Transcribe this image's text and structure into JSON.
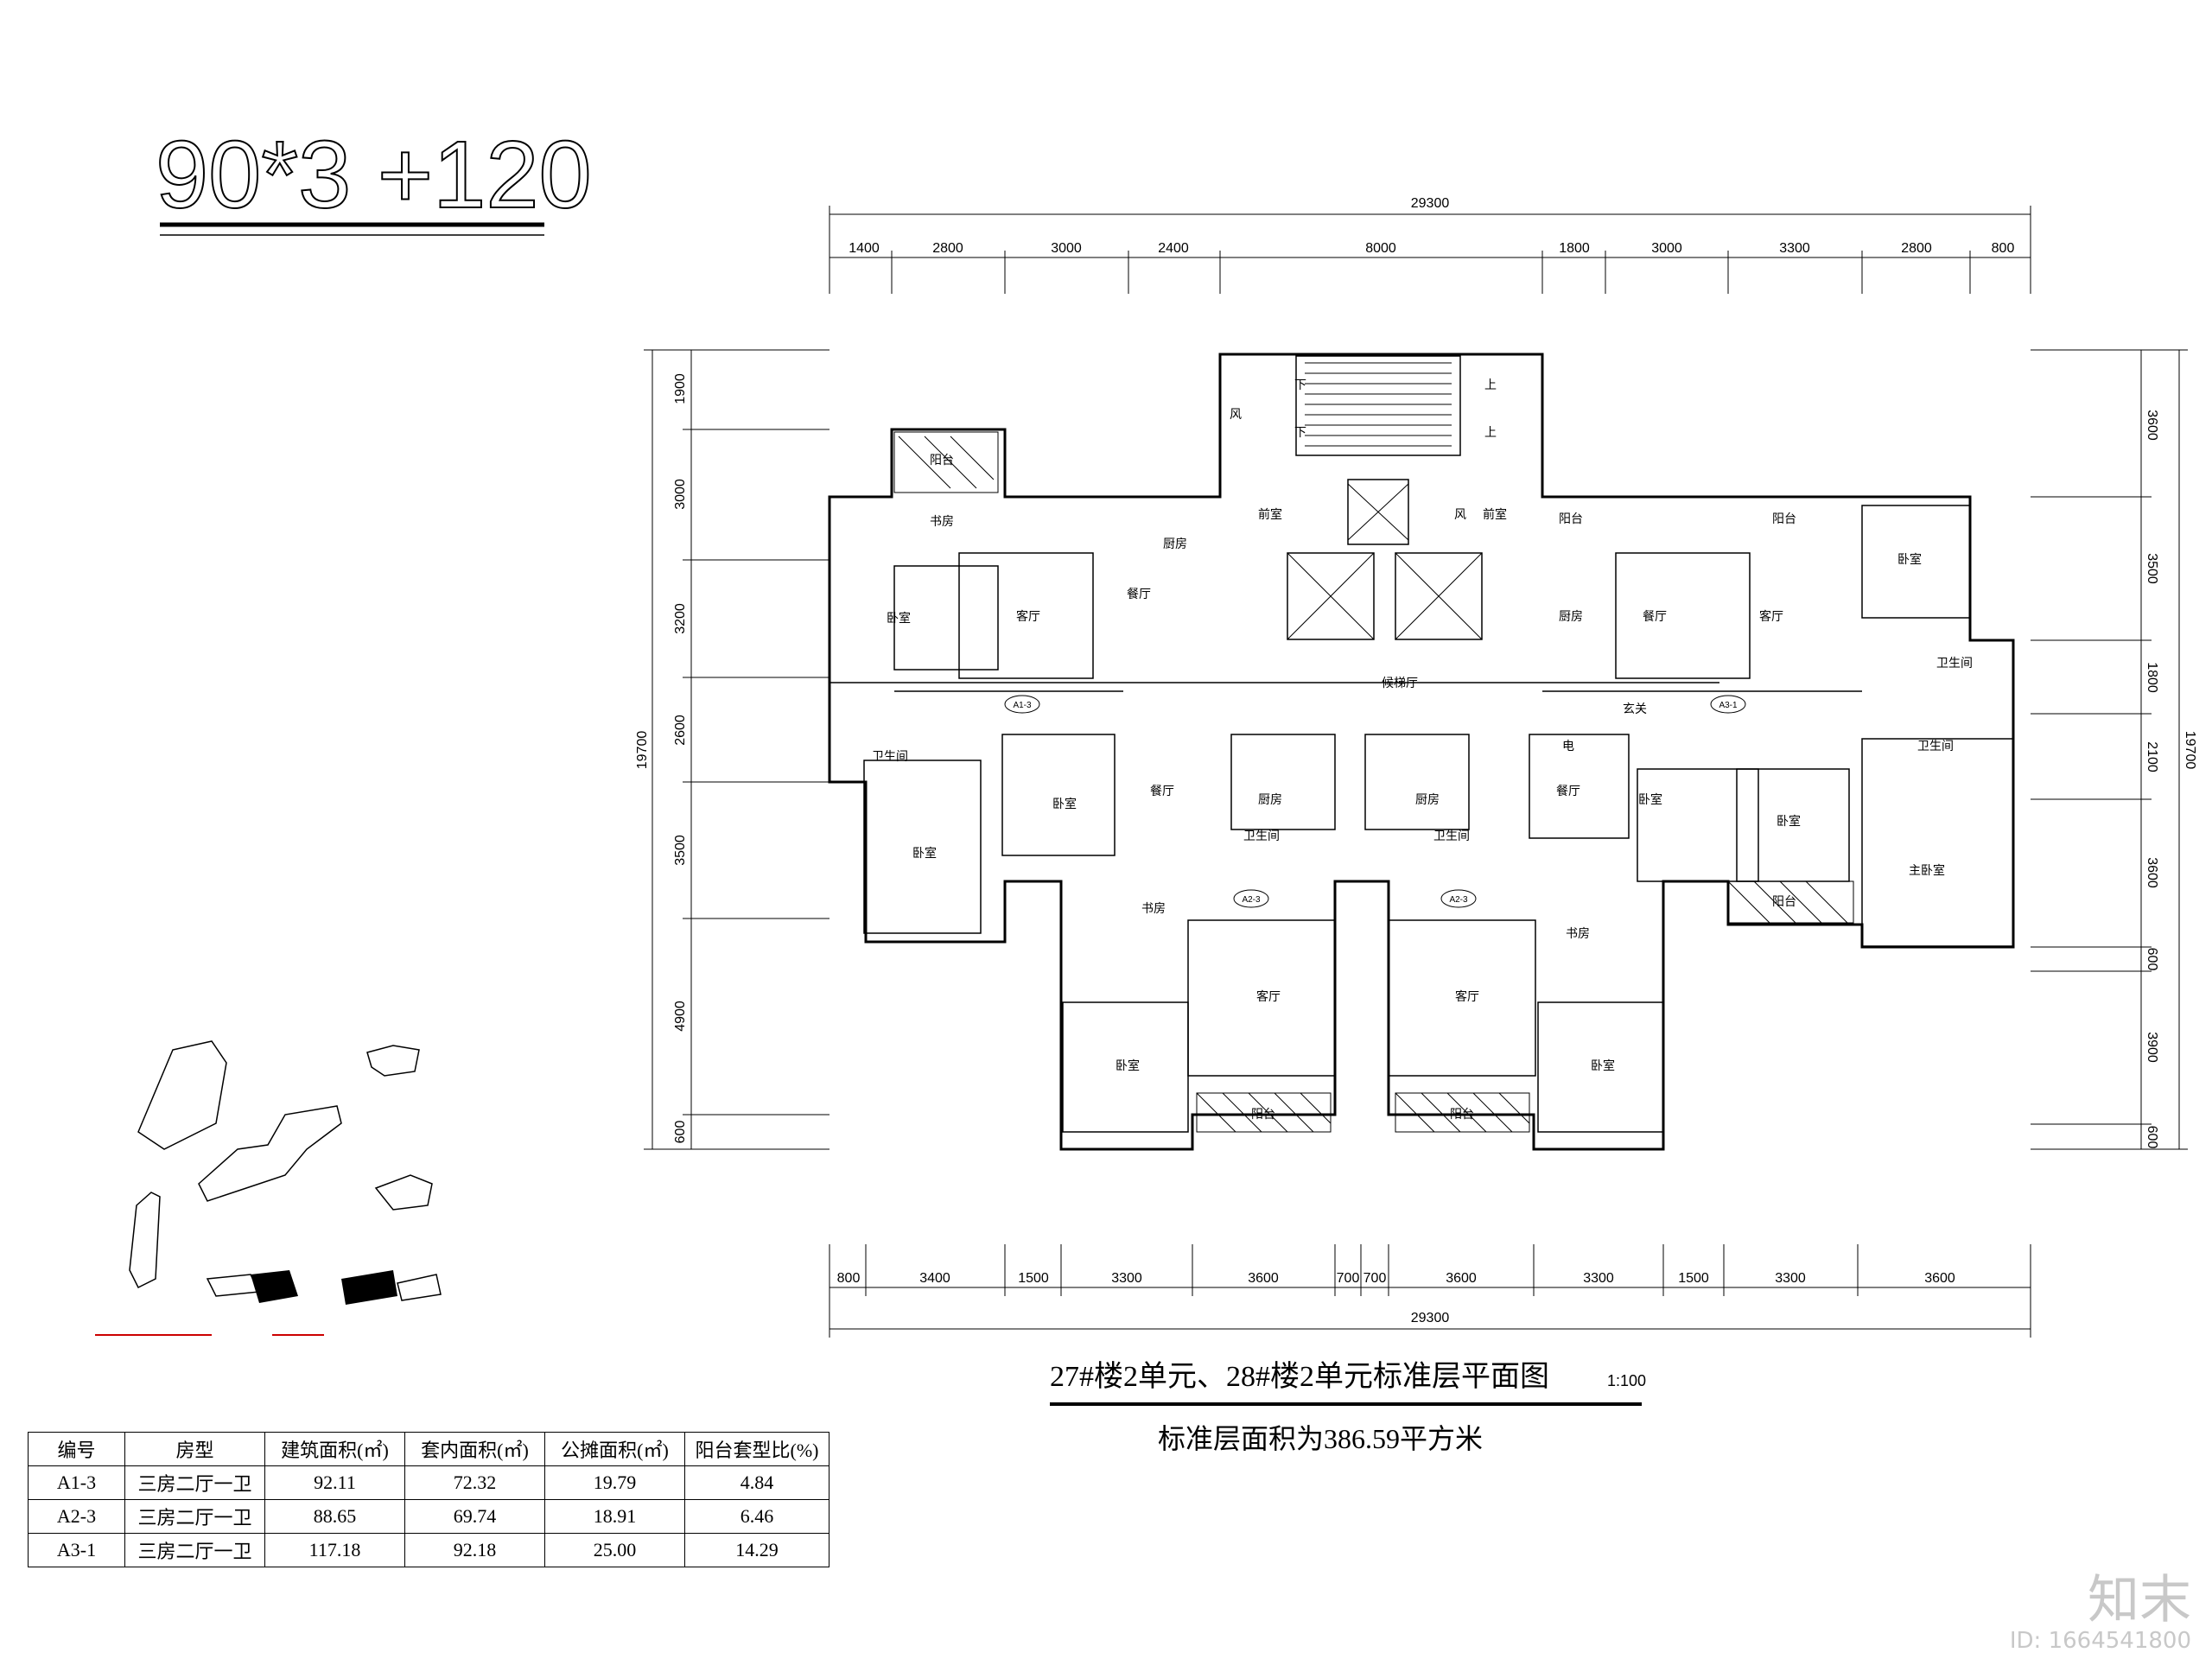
{
  "heading": "90*3 +120",
  "plan": {
    "total_width_label": "29300",
    "top_dims": [
      "1400",
      "2800",
      "3000",
      "2400",
      "8000",
      "1800",
      "3000",
      "3300",
      "2800",
      "800"
    ],
    "bottom_dims": [
      "800",
      "3400",
      "1500",
      "3300",
      "3600",
      "700",
      "700",
      "3600",
      "3300",
      "1500",
      "3300",
      "3600"
    ],
    "left_dims": [
      "1900",
      "3000",
      "3200",
      "2600",
      "3500",
      "4900",
      "600"
    ],
    "left_total": "19700",
    "right_dims": [
      "3600",
      "3500",
      "1800",
      "2100",
      "3600",
      "600",
      "3900",
      "600"
    ],
    "right_total": "19700",
    "rooms": {
      "balcony": "阳台",
      "study": "书房",
      "bedroom": "卧室",
      "living": "客厅",
      "dining": "餐厅",
      "kitchen": "厨房",
      "bath": "卫生间",
      "master": "主卧室",
      "lobby": "候梯厅",
      "front_room": "前室",
      "wind": "风",
      "down": "下",
      "up": "上",
      "foyer": "玄关",
      "elec": "电"
    },
    "unit_tags": [
      "A1-3",
      "A2-3",
      "A2-3",
      "A3-1"
    ]
  },
  "caption": "27#楼2单元、28#楼2单元标准层平面图",
  "scale": "1:100",
  "subtitle": "标准层面积为386.59平方米",
  "table": {
    "headers": [
      "编号",
      "房型",
      "建筑面积(㎡)",
      "套内面积(㎡)",
      "公摊面积(㎡)",
      "阳台套型比(%)"
    ],
    "rows": [
      [
        "A1-3",
        "三房二厅一卫",
        "92.11",
        "72.32",
        "19.79",
        "4.84"
      ],
      [
        "A2-3",
        "三房二厅一卫",
        "88.65",
        "69.74",
        "18.91",
        "6.46"
      ],
      [
        "A3-1",
        "三房二厅一卫",
        "117.18",
        "92.18",
        "25.00",
        "14.29"
      ]
    ]
  },
  "watermark": {
    "brand": "知末",
    "id": "ID: 1664541800"
  }
}
